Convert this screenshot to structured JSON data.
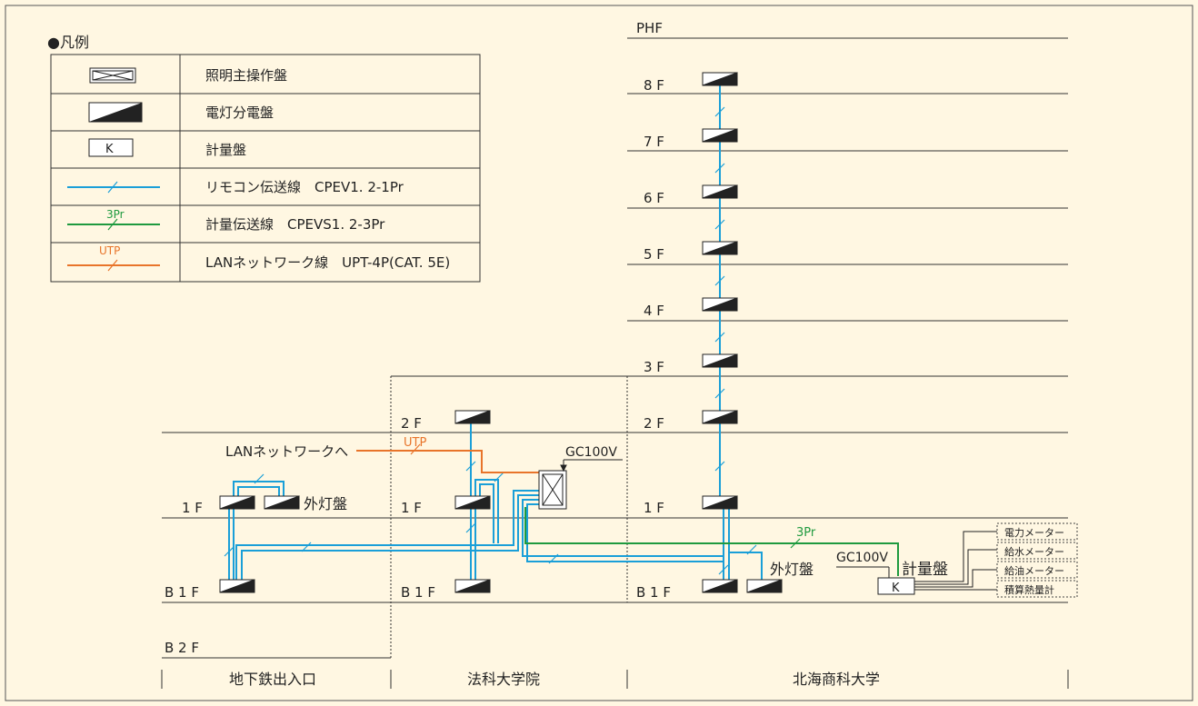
{
  "legend": {
    "title": "●凡例",
    "items": [
      {
        "symbol": "lighting-main-panel",
        "label": "照明主操作盤"
      },
      {
        "symbol": "lighting-distribution-panel",
        "label": "電灯分電盤"
      },
      {
        "symbol": "meter-panel",
        "label": "計量盤",
        "glyph": "K"
      },
      {
        "symbol": "remote-line",
        "label": "リモコン伝送線　CPEV1. 2-1Pr",
        "color": "#1a9fd8"
      },
      {
        "symbol": "meter-line",
        "label": "計量伝送線　CPEVS1. 2-3Pr",
        "tag": "3Pr",
        "color": "#1f9a3f"
      },
      {
        "symbol": "lan-line",
        "label": "LANネットワーク線　UPT-4P(CAT. 5E)",
        "tag": "UTP",
        "color": "#e8742a"
      }
    ]
  },
  "floors": {
    "phf": "PHF",
    "f8": "8 F",
    "f7": "7 F",
    "f6": "6 F",
    "f5": "5 F",
    "f4": "4 F",
    "f3": "3 F",
    "f2_right": "2 F",
    "f2_mid": "2 F",
    "f1_left": "1 F",
    "f1_mid": "1 F",
    "f1_right": "1 F",
    "b1_left": "B 1 F",
    "b1_mid": "B 1 F",
    "b1_right": "B 1 F",
    "b2": "B 2 F"
  },
  "labels": {
    "lan_to": "LANネットワークへ",
    "utp": "UTP",
    "gc_top": "GC100V",
    "gc_right": "GC100V",
    "outdoor_left": "外灯盤",
    "outdoor_right": "外灯盤",
    "meter_panel": "計量盤",
    "tag_3pr": "3Pr",
    "k": "K"
  },
  "meters": [
    "電力メーター",
    "給水メーター",
    "給油メーター",
    "積算熱量計"
  ],
  "buildings": [
    "地下鉄出入口",
    "法科大学院",
    "北海商科大学"
  ],
  "colors": {
    "background": "#fff7e2",
    "remote": "#1a9fd8",
    "meter_line": "#1f9a3f",
    "lan": "#e8742a"
  }
}
